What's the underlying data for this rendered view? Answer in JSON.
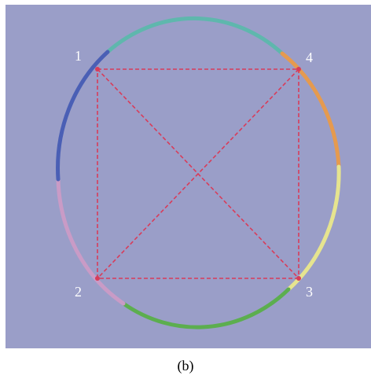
{
  "diagram": {
    "corner_labels": [
      "1",
      "4",
      "3",
      "2"
    ],
    "caption": "(b)",
    "colors": {
      "background": "#9a9ec8",
      "dashed_lines": "#d83c5a",
      "ring_segments": [
        "#5fb7ad",
        "#e59a4f",
        "#e6e48f",
        "#5cae4f",
        "#c99bc6",
        "#4a5fb5"
      ]
    }
  }
}
